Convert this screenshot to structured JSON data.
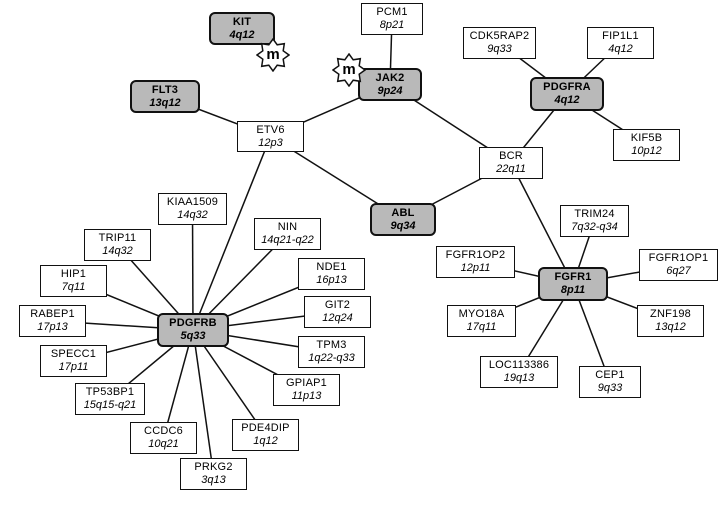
{
  "nodes": {
    "kit": {
      "name": "KIT",
      "loc": "4q12"
    },
    "pcm1": {
      "name": "PCM1",
      "loc": "8p21"
    },
    "cdk5rap2": {
      "name": "CDK5RAP2",
      "loc": "9q33"
    },
    "fip1l1": {
      "name": "FIP1L1",
      "loc": "4q12"
    },
    "flt3": {
      "name": "FLT3",
      "loc": "13q12"
    },
    "jak2": {
      "name": "JAK2",
      "loc": "9p24"
    },
    "pdgfra": {
      "name": "PDGFRA",
      "loc": "4q12"
    },
    "etv6": {
      "name": "ETV6",
      "loc": "12p3"
    },
    "kif5b": {
      "name": "KIF5B",
      "loc": "10p12"
    },
    "bcr": {
      "name": "BCR",
      "loc": "22q11"
    },
    "kiaa1509": {
      "name": "KIAA1509",
      "loc": "14q32"
    },
    "abl": {
      "name": "ABL",
      "loc": "9q34"
    },
    "trim24": {
      "name": "TRIM24",
      "loc": "7q32-q34"
    },
    "nin": {
      "name": "NIN",
      "loc": "14q21-q22"
    },
    "trip11": {
      "name": "TRIP11",
      "loc": "14q32"
    },
    "fgfr1op2": {
      "name": "FGFR1OP2",
      "loc": "12p11"
    },
    "fgfr1op1": {
      "name": "FGFR1OP1",
      "loc": "6q27"
    },
    "nde1": {
      "name": "NDE1",
      "loc": "16p13"
    },
    "hip1": {
      "name": "HIP1",
      "loc": "7q11"
    },
    "fgfr1": {
      "name": "FGFR1",
      "loc": "8p11"
    },
    "git2": {
      "name": "GIT2",
      "loc": "12q24"
    },
    "rabep1": {
      "name": "RABEP1",
      "loc": "17p13"
    },
    "pdgfrb": {
      "name": "PDGFRB",
      "loc": "5q33"
    },
    "myo18a": {
      "name": "MYO18A",
      "loc": "17q11"
    },
    "znf198": {
      "name": "ZNF198",
      "loc": "13q12"
    },
    "tpm3": {
      "name": "TPM3",
      "loc": "1q22-q33"
    },
    "specc1": {
      "name": "SPECC1",
      "loc": "17p11"
    },
    "loc113386": {
      "name": "LOC113386",
      "loc": "19q13"
    },
    "cep1": {
      "name": "CEP1",
      "loc": "9q33"
    },
    "gpiap1": {
      "name": "GPIAP1",
      "loc": "11p13"
    },
    "tp53bp1": {
      "name": "TP53BP1",
      "loc": "15q15-q21"
    },
    "pde4dip": {
      "name": "PDE4DIP",
      "loc": "1q12"
    },
    "ccdc6": {
      "name": "CCDC6",
      "loc": "10q21"
    },
    "prkg2": {
      "name": "PRKG2",
      "loc": "3q13"
    }
  },
  "badges": {
    "kit_mutation": "m",
    "jak2_mutation": "m"
  },
  "edges": [
    [
      "pcm1",
      "jak2"
    ],
    [
      "jak2",
      "etv6"
    ],
    [
      "jak2",
      "bcr"
    ],
    [
      "flt3",
      "etv6"
    ],
    [
      "etv6",
      "abl"
    ],
    [
      "etv6",
      "pdgfrb"
    ],
    [
      "abl",
      "bcr"
    ],
    [
      "bcr",
      "pdgfra"
    ],
    [
      "bcr",
      "fgfr1"
    ],
    [
      "pdgfra",
      "cdk5rap2"
    ],
    [
      "pdgfra",
      "fip1l1"
    ],
    [
      "pdgfra",
      "kif5b"
    ],
    [
      "fgfr1",
      "trim24"
    ],
    [
      "fgfr1",
      "fgfr1op2"
    ],
    [
      "fgfr1",
      "fgfr1op1"
    ],
    [
      "fgfr1",
      "myo18a"
    ],
    [
      "fgfr1",
      "znf198"
    ],
    [
      "fgfr1",
      "loc113386"
    ],
    [
      "fgfr1",
      "cep1"
    ],
    [
      "pdgfrb",
      "kiaa1509"
    ],
    [
      "pdgfrb",
      "nin"
    ],
    [
      "pdgfrb",
      "trip11"
    ],
    [
      "pdgfrb",
      "nde1"
    ],
    [
      "pdgfrb",
      "hip1"
    ],
    [
      "pdgfrb",
      "git2"
    ],
    [
      "pdgfrb",
      "rabep1"
    ],
    [
      "pdgfrb",
      "tpm3"
    ],
    [
      "pdgfrb",
      "specc1"
    ],
    [
      "pdgfrb",
      "gpiap1"
    ],
    [
      "pdgfrb",
      "tp53bp1"
    ],
    [
      "pdgfrb",
      "pde4dip"
    ],
    [
      "pdgfrb",
      "ccdc6"
    ],
    [
      "pdgfrb",
      "prkg2"
    ]
  ]
}
